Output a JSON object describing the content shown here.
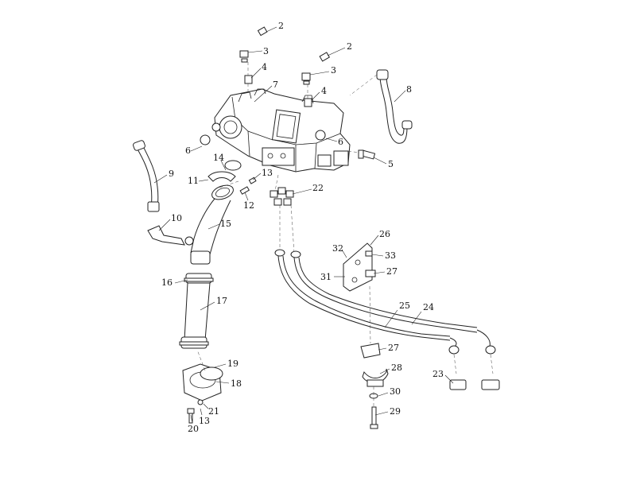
{
  "labels": {
    "p2a": "2",
    "p3a": "3",
    "p4a": "4",
    "p2b": "2",
    "p3b": "3",
    "p4b": "4",
    "p7": "7",
    "p8": "8",
    "p6a": "6",
    "p6b": "6",
    "p5": "5",
    "p9": "9",
    "p14": "14",
    "p11": "11",
    "p13a": "13",
    "p12": "12",
    "p22": "22",
    "p15": "15",
    "p10": "10",
    "p16": "16",
    "p17": "17",
    "p26": "26",
    "p32": "32",
    "p33": "33",
    "p31": "31",
    "p27a": "27",
    "p25": "25",
    "p24": "24",
    "p27b": "27",
    "p23": "23",
    "p28": "28",
    "p30": "30",
    "p29": "29",
    "p19": "19",
    "p18": "18",
    "p21": "21",
    "p13b": "13",
    "p20": "20"
  }
}
